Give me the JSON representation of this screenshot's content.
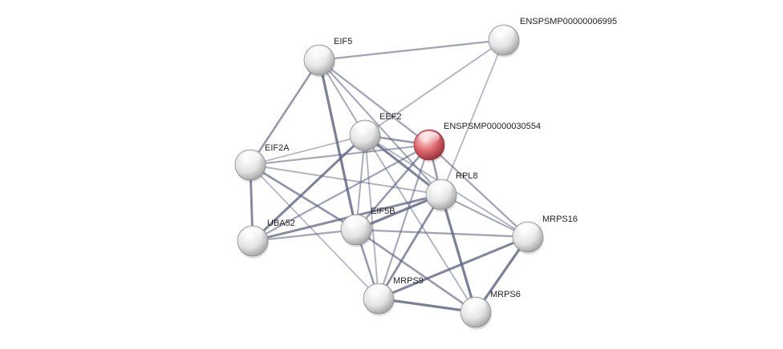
{
  "network": {
    "colors": {
      "background": "#ffffff",
      "query_node": "#d9545b",
      "node": "#d8d8d8",
      "edge": "#5a6080",
      "label": "#222222"
    },
    "nodes": [
      {
        "id": "EIF5",
        "label": "EIF5",
        "query": false
      },
      {
        "id": "ENSPSMP00000006995",
        "label": "ENSPSMP00000006995",
        "query": false
      },
      {
        "id": "EEF2",
        "label": "EEF2",
        "query": false
      },
      {
        "id": "ENSPSMP00000030554",
        "label": "ENSPSMP00000030554",
        "query": true
      },
      {
        "id": "EIF2A",
        "label": "EIF2A",
        "query": false
      },
      {
        "id": "RPL8",
        "label": "RPL8",
        "query": false
      },
      {
        "id": "UBA52",
        "label": "UBA52",
        "query": false
      },
      {
        "id": "EIF5B",
        "label": "EIF5B",
        "query": false
      },
      {
        "id": "MRPS16",
        "label": "MRPS16",
        "query": false
      },
      {
        "id": "MRPS9",
        "label": "MRPS9",
        "query": false
      },
      {
        "id": "MRPS6",
        "label": "MRPS6",
        "query": false
      }
    ],
    "edges": [
      {
        "source": "EIF5",
        "target": "ENSPSMP00000006995",
        "strength": 0.5
      },
      {
        "source": "EIF5",
        "target": "EEF2",
        "strength": 0.4
      },
      {
        "source": "EIF5",
        "target": "ENSPSMP00000030554",
        "strength": 0.5
      },
      {
        "source": "EIF5",
        "target": "EIF2A",
        "strength": 0.6
      },
      {
        "source": "EIF5",
        "target": "RPL8",
        "strength": 0.45
      },
      {
        "source": "EIF5",
        "target": "EIF5B",
        "strength": 0.85
      },
      {
        "source": "ENSPSMP00000006995",
        "target": "EEF2",
        "strength": 0.35
      },
      {
        "source": "ENSPSMP00000006995",
        "target": "RPL8",
        "strength": 0.3
      },
      {
        "source": "EEF2",
        "target": "ENSPSMP00000030554",
        "strength": 0.6
      },
      {
        "source": "EEF2",
        "target": "EIF2A",
        "strength": 0.3
      },
      {
        "source": "EEF2",
        "target": "RPL8",
        "strength": 0.8
      },
      {
        "source": "EEF2",
        "target": "UBA52",
        "strength": 0.8
      },
      {
        "source": "EEF2",
        "target": "EIF5B",
        "strength": 0.4
      },
      {
        "source": "EEF2",
        "target": "MRPS9",
        "strength": 0.35
      },
      {
        "source": "EEF2",
        "target": "MRPS6",
        "strength": 0.35
      },
      {
        "source": "EEF2",
        "target": "MRPS16",
        "strength": 0.35
      },
      {
        "source": "ENSPSMP00000030554",
        "target": "EIF2A",
        "strength": 0.45
      },
      {
        "source": "ENSPSMP00000030554",
        "target": "RPL8",
        "strength": 0.6
      },
      {
        "source": "ENSPSMP00000030554",
        "target": "UBA52",
        "strength": 0.5
      },
      {
        "source": "ENSPSMP00000030554",
        "target": "EIF5B",
        "strength": 0.6
      },
      {
        "source": "ENSPSMP00000030554",
        "target": "MRPS16",
        "strength": 0.5
      },
      {
        "source": "ENSPSMP00000030554",
        "target": "MRPS9",
        "strength": 0.45
      },
      {
        "source": "EIF2A",
        "target": "UBA52",
        "strength": 0.75
      },
      {
        "source": "EIF2A",
        "target": "EIF5B",
        "strength": 0.65
      },
      {
        "source": "EIF2A",
        "target": "MRPS9",
        "strength": 0.3
      },
      {
        "source": "EIF2A",
        "target": "RPL8",
        "strength": 0.35
      },
      {
        "source": "RPL8",
        "target": "UBA52",
        "strength": 0.75
      },
      {
        "source": "RPL8",
        "target": "EIF5B",
        "strength": 0.85
      },
      {
        "source": "RPL8",
        "target": "MRPS16",
        "strength": 0.45
      },
      {
        "source": "RPL8",
        "target": "MRPS9",
        "strength": 0.7
      },
      {
        "source": "RPL8",
        "target": "MRPS6",
        "strength": 0.85
      },
      {
        "source": "UBA52",
        "target": "EIF5B",
        "strength": 0.5
      },
      {
        "source": "EIF5B",
        "target": "MRPS16",
        "strength": 0.5
      },
      {
        "source": "EIF5B",
        "target": "MRPS9",
        "strength": 0.6
      },
      {
        "source": "EIF5B",
        "target": "MRPS6",
        "strength": 0.6
      },
      {
        "source": "MRPS16",
        "target": "MRPS9",
        "strength": 0.8
      },
      {
        "source": "MRPS16",
        "target": "MRPS6",
        "strength": 0.85
      },
      {
        "source": "MRPS9",
        "target": "MRPS6",
        "strength": 0.85
      }
    ]
  }
}
